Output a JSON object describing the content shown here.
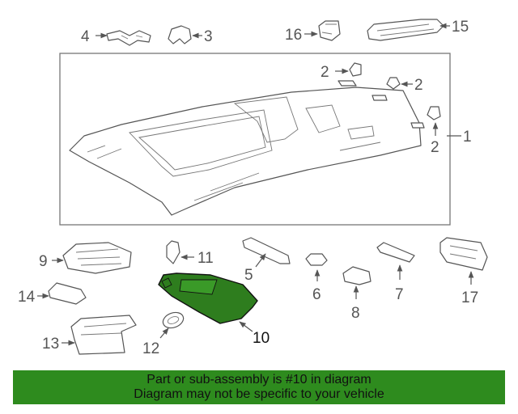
{
  "diagram": {
    "callouts": {
      "c1": "1",
      "c2a": "2",
      "c2b": "2",
      "c2c": "2",
      "c3": "3",
      "c4": "4",
      "c5": "5",
      "c6": "6",
      "c7": "7",
      "c8": "8",
      "c9": "9",
      "c10": "10",
      "c11": "11",
      "c12": "12",
      "c13": "13",
      "c14": "14",
      "c15": "15",
      "c16": "16",
      "c17": "17"
    },
    "highlight_color": "#2e7d1e",
    "highlighted_part": "10"
  },
  "banner": {
    "line1": "Part or sub-assembly is #10 in diagram",
    "line2": "Diagram may not be specific to your vehicle",
    "color": "#2e8b1e"
  }
}
